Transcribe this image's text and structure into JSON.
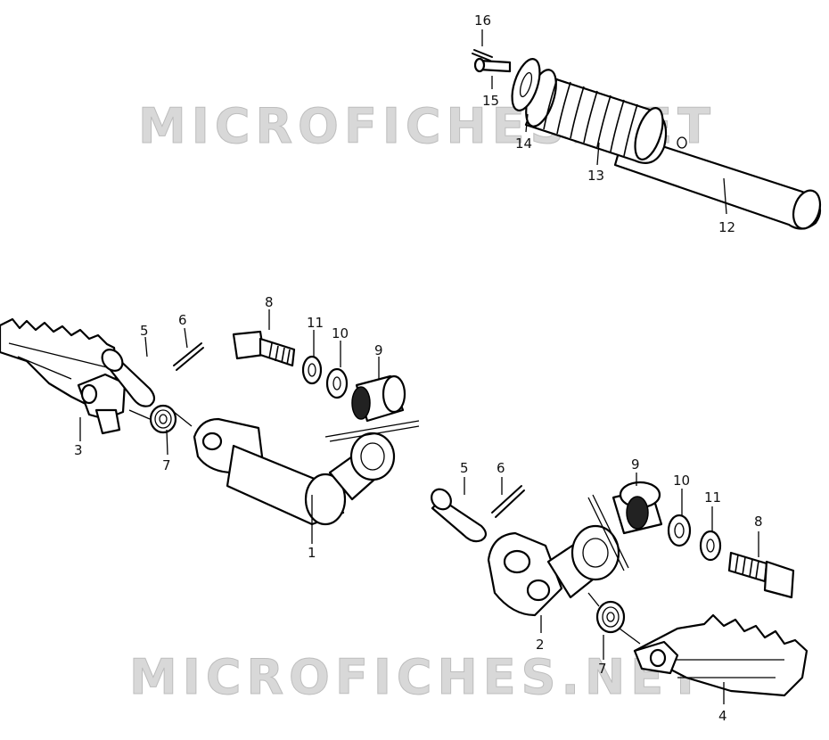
{
  "watermark": {
    "top": "MICROFICHES.NET",
    "bottom": "MICROFICHES.NET"
  },
  "callouts": {
    "c1": "1",
    "c2": "2",
    "c3": "3",
    "c4": "4",
    "c5a": "5",
    "c5b": "5",
    "c6a": "6",
    "c6b": "6",
    "c7a": "7",
    "c7b": "7",
    "c8a": "8",
    "c8b": "8",
    "c9a": "9",
    "c9b": "9",
    "c10a": "10",
    "c10b": "10",
    "c11a": "11",
    "c11b": "11",
    "c12": "12",
    "c13": "13",
    "c14": "14",
    "c15": "15",
    "c16": "16"
  }
}
